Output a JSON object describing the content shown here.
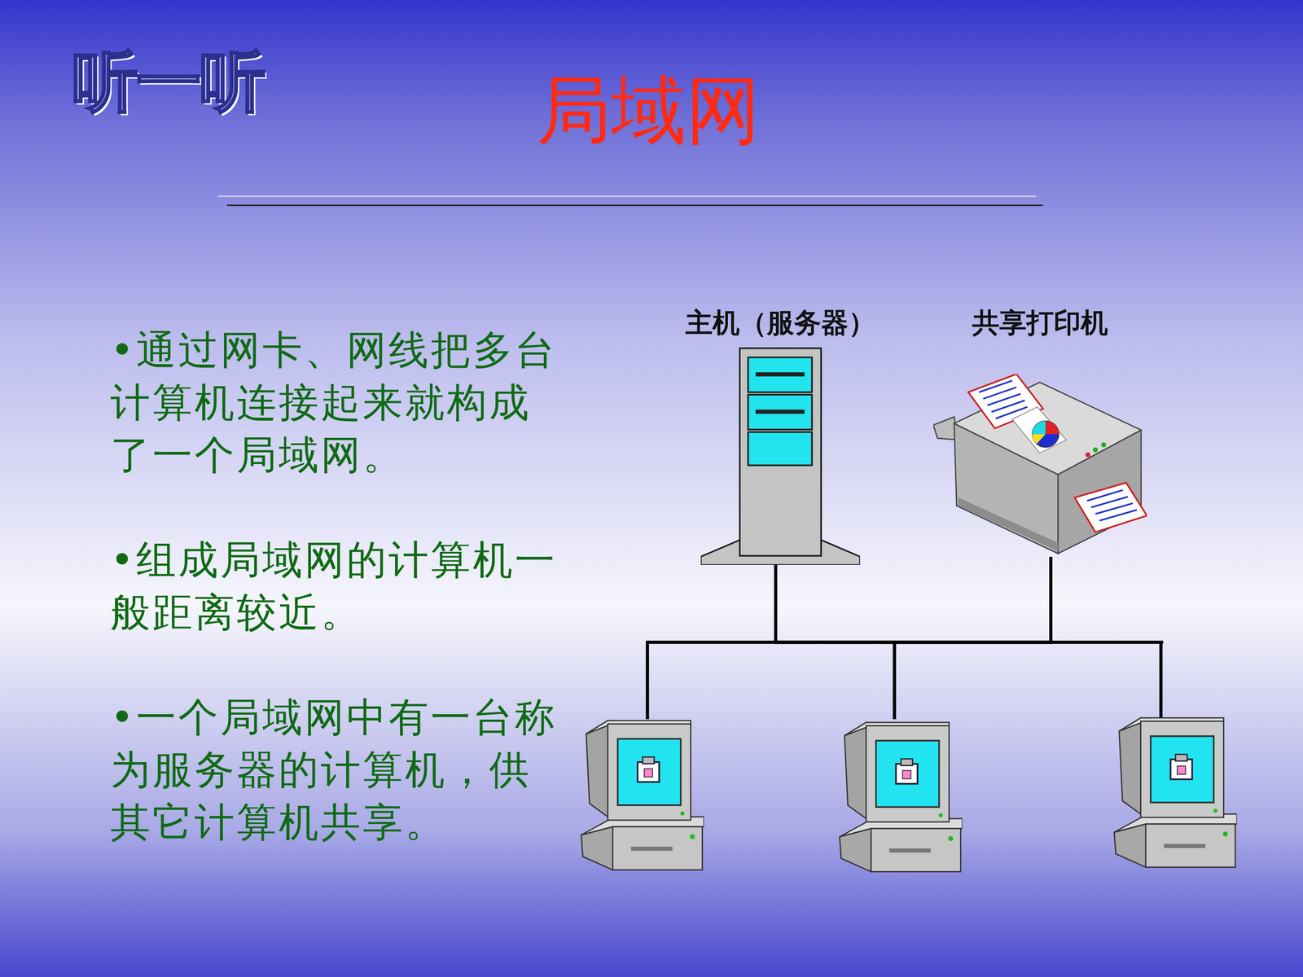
{
  "diagram": {
    "title": "局域网",
    "nodes": [
      {
        "text": [
          "主机（服务器）"
        ]
      },
      {
        "text": [
          "共享打印机"
        ]
      }
    ],
    "edges": [
      {
        "from": 0,
        "to": 1,
        "arrow": "none"
      }
    ],
    "labels": [
      "听一听",
      "•通过网卡、网线把多台计算机连接起来就构成了一个局域网。",
      "•组成局域网的计算机一般距离较近。",
      "•一个局域网中有一台称为服务器的计算机，供其它计算机共享。"
    ]
  }
}
